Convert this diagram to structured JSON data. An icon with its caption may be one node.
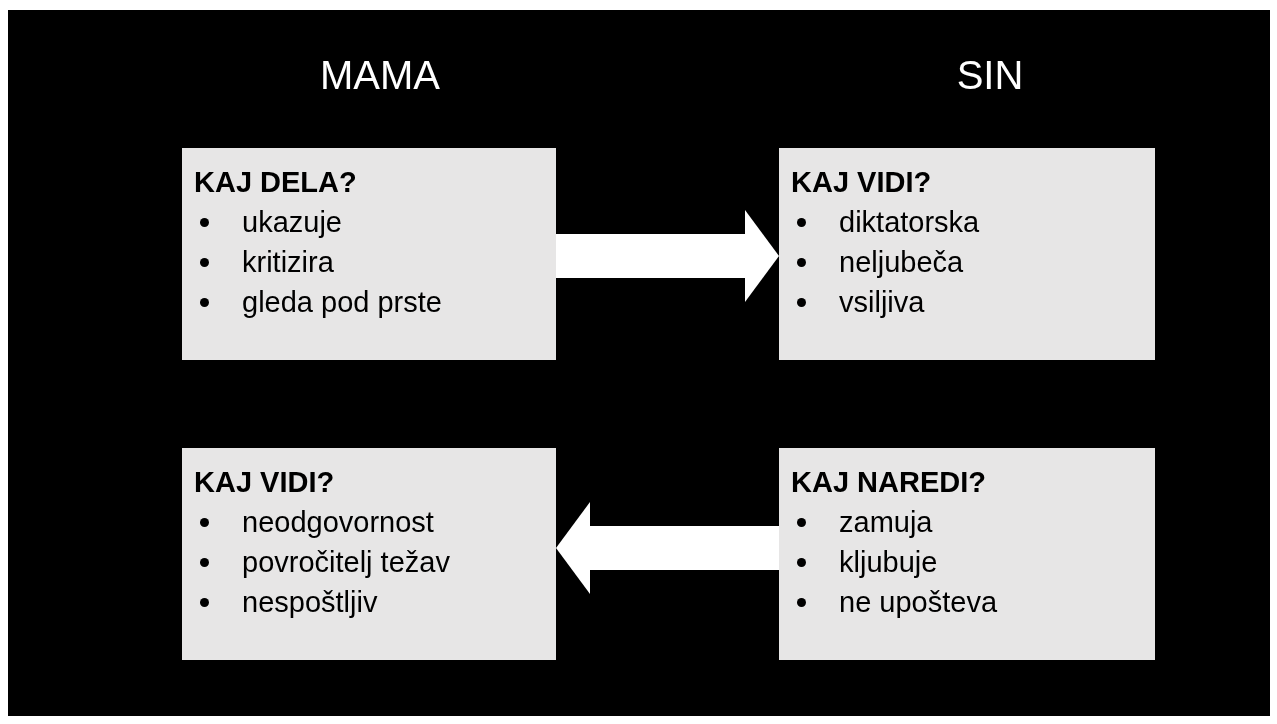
{
  "diagram": {
    "nodes": [
      {
        "text": [
          "KAJ DELA?",
          "ukazuje",
          "kritizira",
          "gleda pod prste"
        ]
      },
      {
        "text": [
          "KAJ VIDI?",
          "diktatorska",
          "neljubeča",
          "vsiljiva"
        ]
      },
      {
        "text": [
          "KAJ VIDI?",
          "neodgovornost",
          "povročitelj težav",
          "nespoštljiv"
        ]
      },
      {
        "text": [
          "KAJ NAREDI?",
          "zamuja",
          "kljubuje",
          "ne upošteva"
        ]
      }
    ],
    "edges": [
      {
        "from": 0,
        "to": 1,
        "arrow": "to"
      },
      {
        "from": 3,
        "to": 2,
        "arrow": "to"
      }
    ],
    "labels": [
      "MAMA",
      "SIN"
    ]
  }
}
